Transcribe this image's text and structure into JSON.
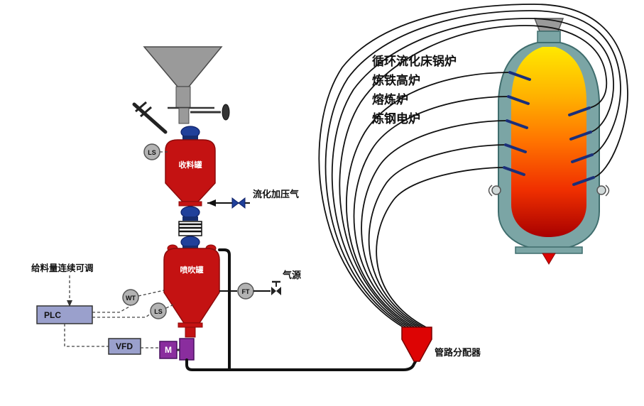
{
  "diagram": {
    "labels": {
      "receiving_tank": "收料罐",
      "injection_tank": "喷吹罐",
      "fluidizing_gas": "流化加压气",
      "gas_source": "气源",
      "feed_note": "给料量连续可调",
      "distributor": "管路分配器"
    },
    "instruments": {
      "ls_top": "LS",
      "ls_bottom": "LS",
      "wt": "WT",
      "ft": "FT"
    },
    "control": {
      "plc": "PLC",
      "vfd": "VFD",
      "motor": "M"
    },
    "applications": [
      "循环流化床锅炉",
      "炼铁高炉",
      "熔炼炉",
      "炼钢电炉"
    ],
    "colors": {
      "vessel_red": "#c41212",
      "valve_blue": "#20409a",
      "valve_blue_dark": "#162d6e",
      "distributor_red": "#dd0404",
      "control_box": "#9aa0cc",
      "motor_purple": "#8a2d9e",
      "furnace_wall": "#7ba5a5",
      "furnace_outline": "#3f6d6d",
      "flame_top": "#ffe800",
      "flame_upper": "#ffb400",
      "flame_mid": "#ff7300",
      "flame_lower": "#f03000",
      "flame_bottom": "#a80000",
      "hopper_gray": "#9a9a9a",
      "tuyere_navy": "#1a2f7a"
    }
  }
}
